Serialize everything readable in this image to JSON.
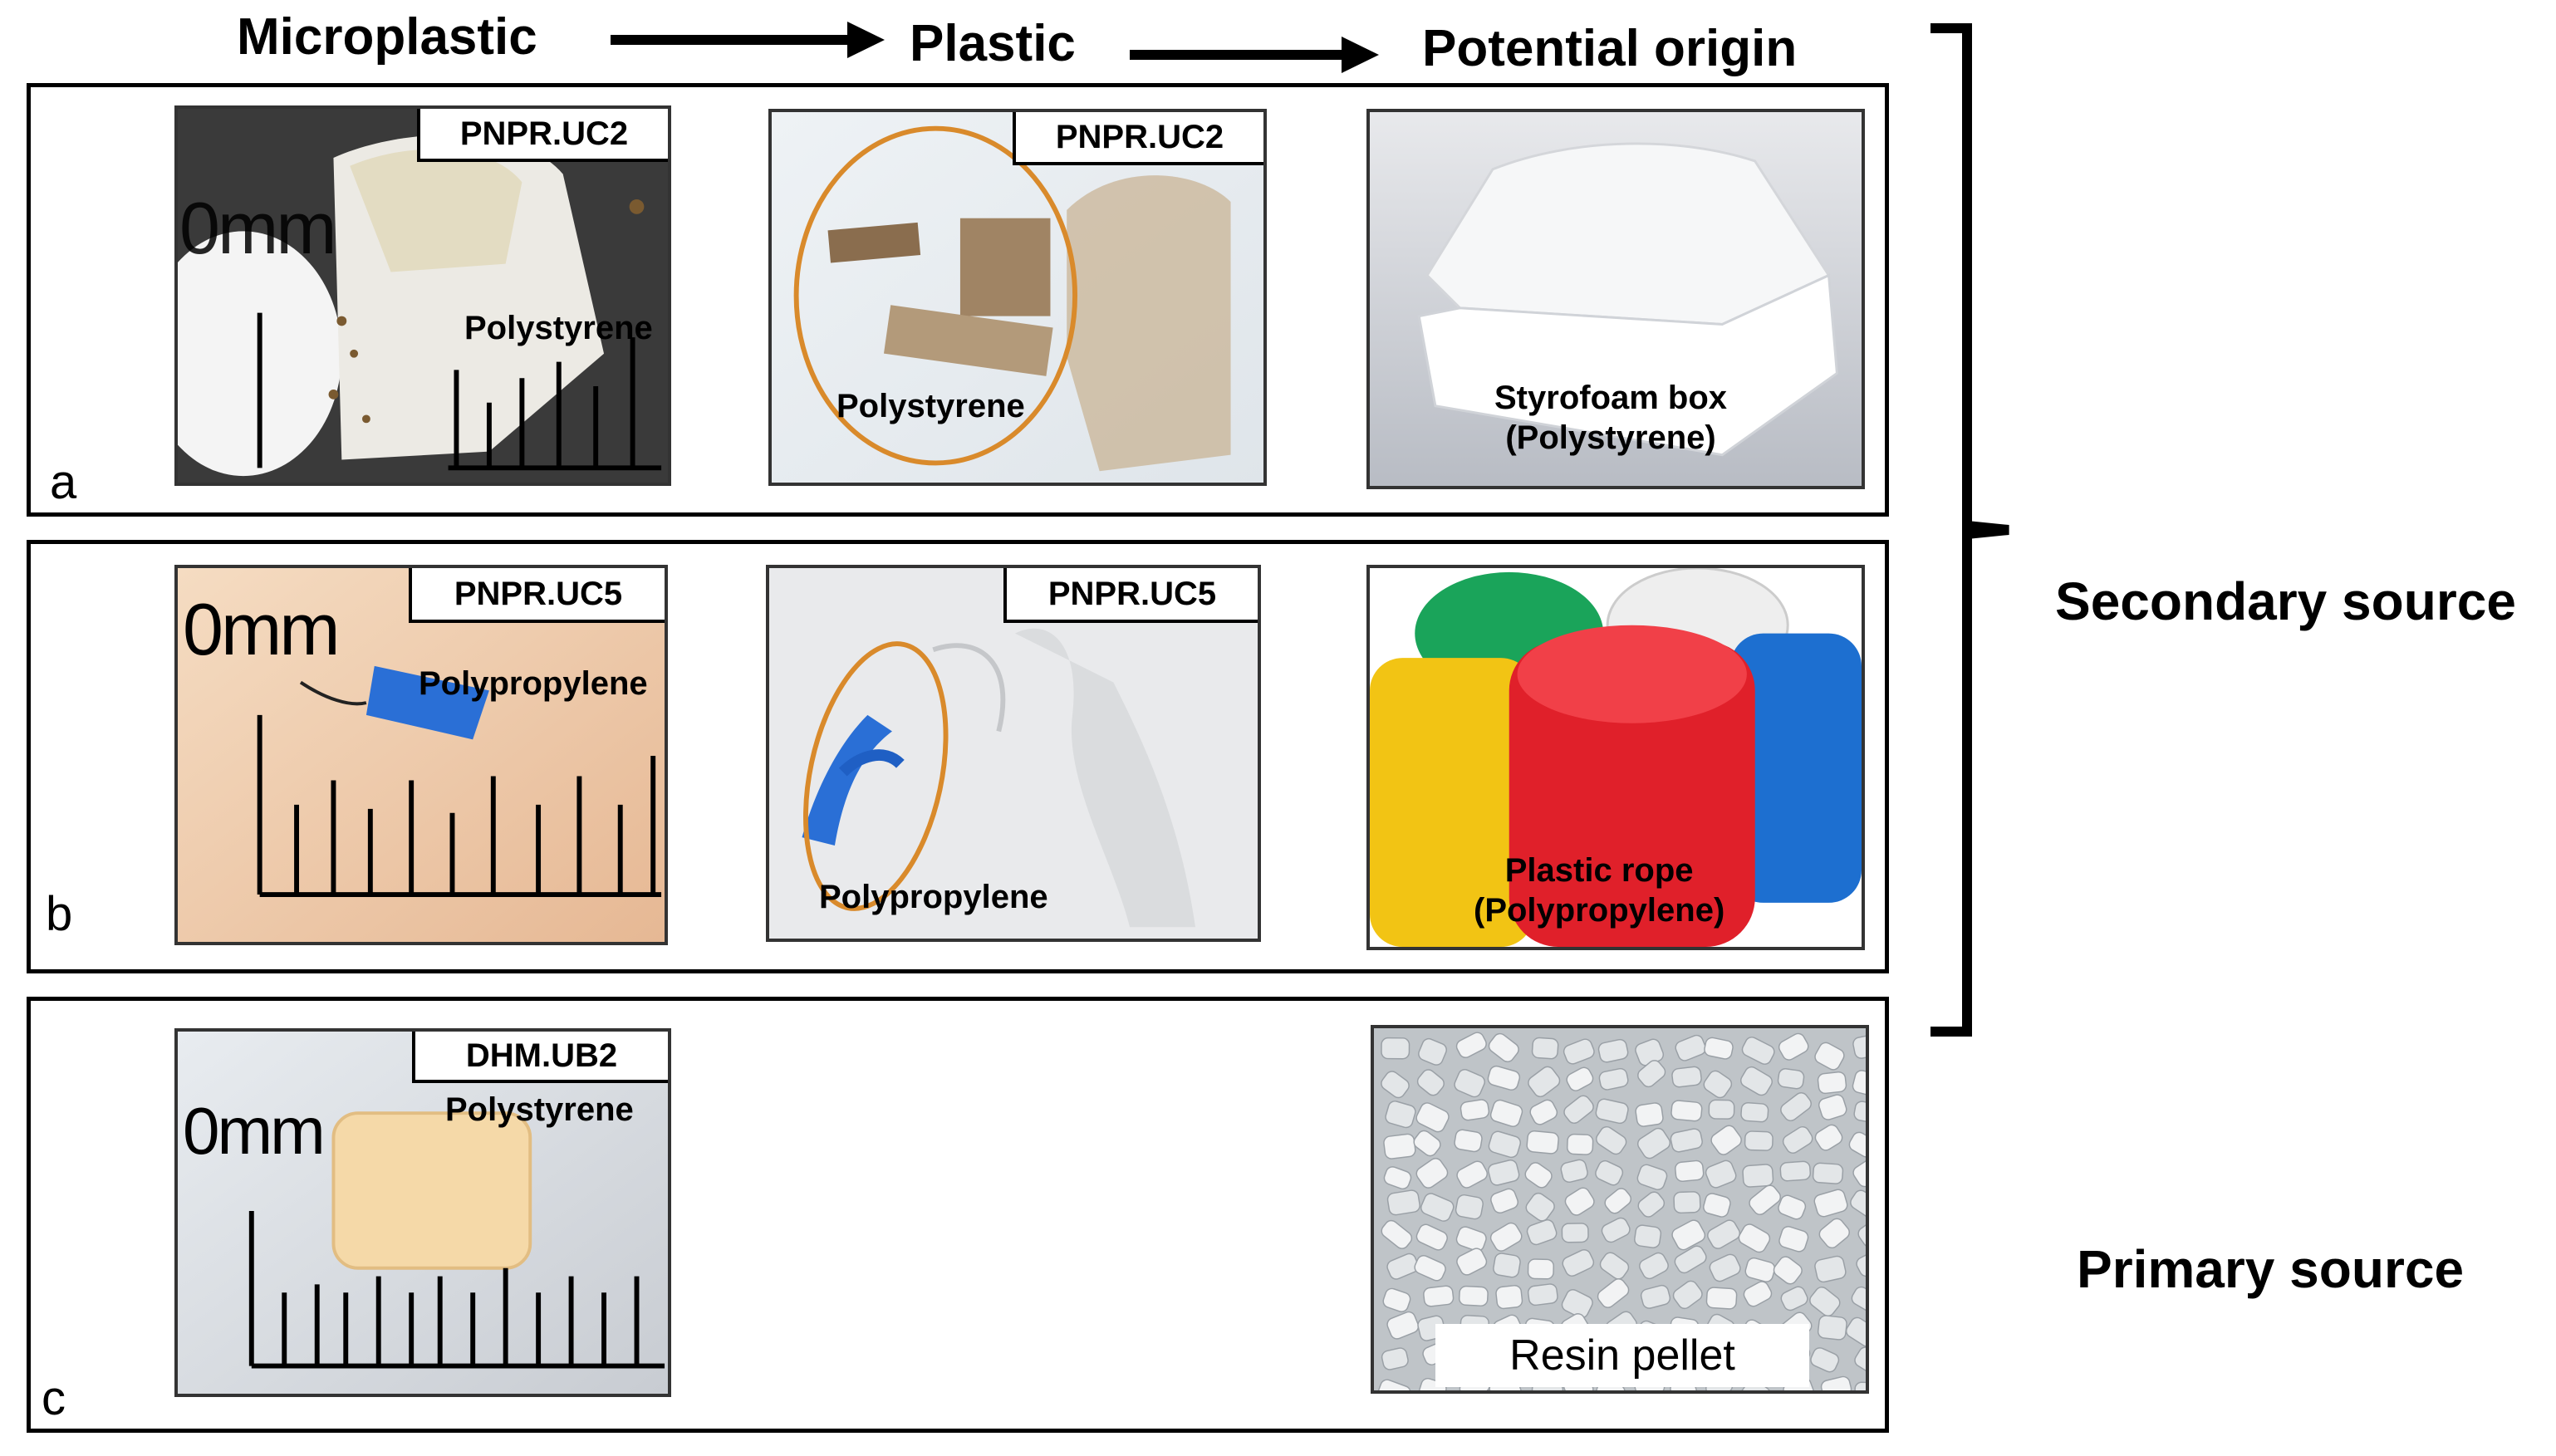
{
  "headers": {
    "microplastic": "Microplastic",
    "plastic": "Plastic",
    "origin": "Potential origin"
  },
  "rows": [
    {
      "letter": "a",
      "micro": {
        "tag": "PNPR.UC2",
        "label": "Polystyrene",
        "scale": "0mm"
      },
      "plastic": {
        "tag": "PNPR.UC2",
        "label": "Polystyrene"
      },
      "origin": {
        "label_line1": "Styrofoam box",
        "label_line2": "(Polystyrene)"
      }
    },
    {
      "letter": "b",
      "micro": {
        "tag": "PNPR.UC5",
        "label": "Polypropylene",
        "scale": "0mm"
      },
      "plastic": {
        "tag": "PNPR.UC5",
        "label": "Polypropylene"
      },
      "origin": {
        "label_line1": "Plastic rope",
        "label_line2": "(Polypropylene)"
      }
    },
    {
      "letter": "c",
      "micro": {
        "tag": "DHM.UB2",
        "label": "Polystyrene",
        "scale": "0mm"
      },
      "origin": {
        "label": "Resin pellet"
      }
    }
  ],
  "sources": {
    "secondary": "Secondary source",
    "primary": "Primary source"
  },
  "colors": {
    "circle": "#d98a2b",
    "rope_red": "#e0202a",
    "rope_yellow": "#f2c414",
    "rope_blue": "#1d6fd0",
    "rope_green": "#1aa45a",
    "blue_fragment": "#2a6fd6"
  }
}
